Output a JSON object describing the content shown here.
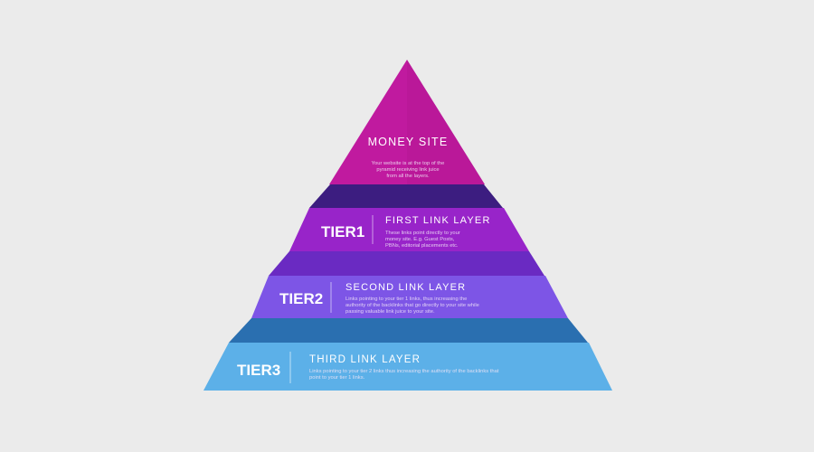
{
  "colors": {
    "background": "#ebebeb",
    "money": "#c01a9f",
    "tier1": "#9824c9",
    "tier2": "#7d55e6",
    "tier3": "#5cb0e8",
    "fold_money_tier1": "#3c1d80",
    "fold_tier1_tier2": "#6a2ac2",
    "fold_tier2_tier3": "#2a6fb0"
  },
  "money_site": {
    "title": "MONEY SITE",
    "desc_lines": [
      "Your website is at the top of the",
      "pyramid receiving link juice",
      "from all the layers."
    ]
  },
  "tiers": [
    {
      "badge": "TIER1",
      "title": "FIRST LINK LAYER",
      "desc_lines": [
        "These links point directly to your",
        "money site. E.g. Guest Posts,",
        "PBNs, editorial placements etc."
      ]
    },
    {
      "badge": "TIER2",
      "title": "SECOND LINK LAYER",
      "desc_lines": [
        "Links pointing to your tier 1 links, thus increasing the",
        "authority of the backlinks that go directly to your site while",
        "passing valuable link juice to your site."
      ]
    },
    {
      "badge": "TIER3",
      "title": "THIRD LINK LAYER",
      "desc_lines": [
        "Links pointing to your tier 2 links thus increasing the authority of the backlinks that",
        "point to your tier 1 links."
      ]
    }
  ]
}
